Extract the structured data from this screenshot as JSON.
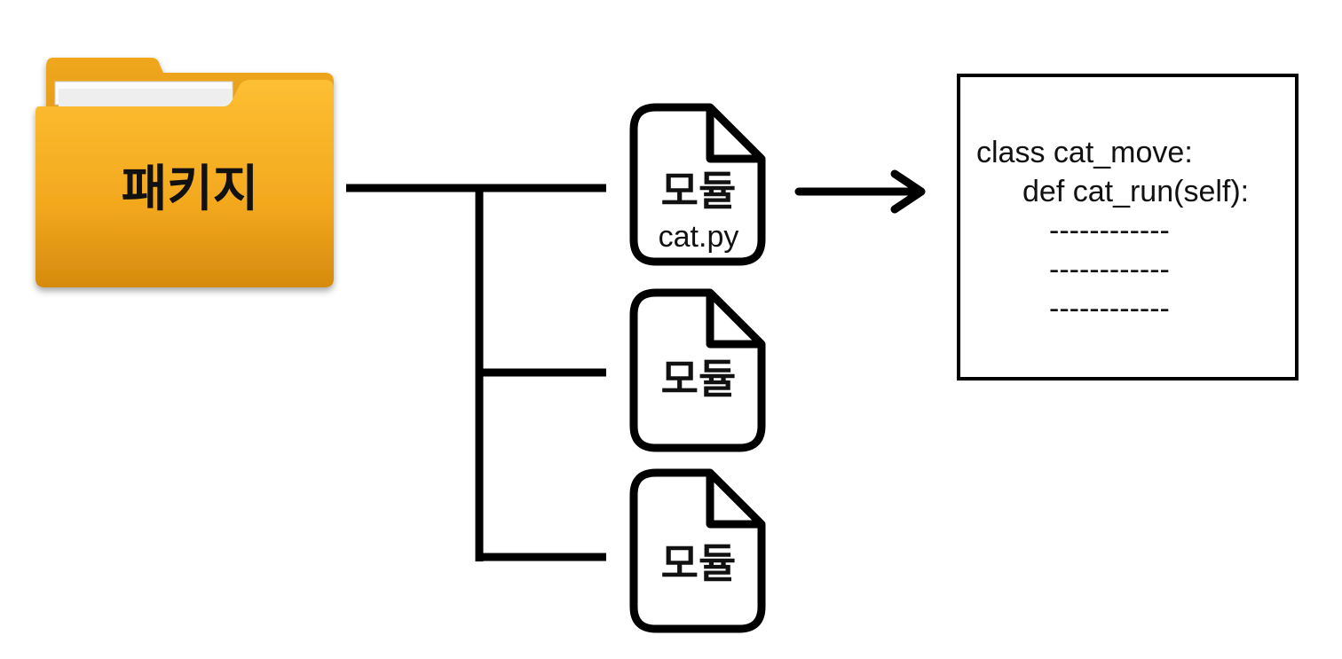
{
  "package": {
    "label": "패키지",
    "icon": "folder-icon",
    "color": "#f5ac1e"
  },
  "modules": [
    {
      "label": "모듈",
      "filename": "cat.py",
      "icon": "file-icon"
    },
    {
      "label": "모듈",
      "icon": "file-icon"
    },
    {
      "label": "모듈",
      "icon": "file-icon"
    }
  ],
  "code": {
    "lines": [
      "class cat_move:",
      "def cat_run(self):",
      "------------",
      "------------",
      "------------"
    ]
  }
}
